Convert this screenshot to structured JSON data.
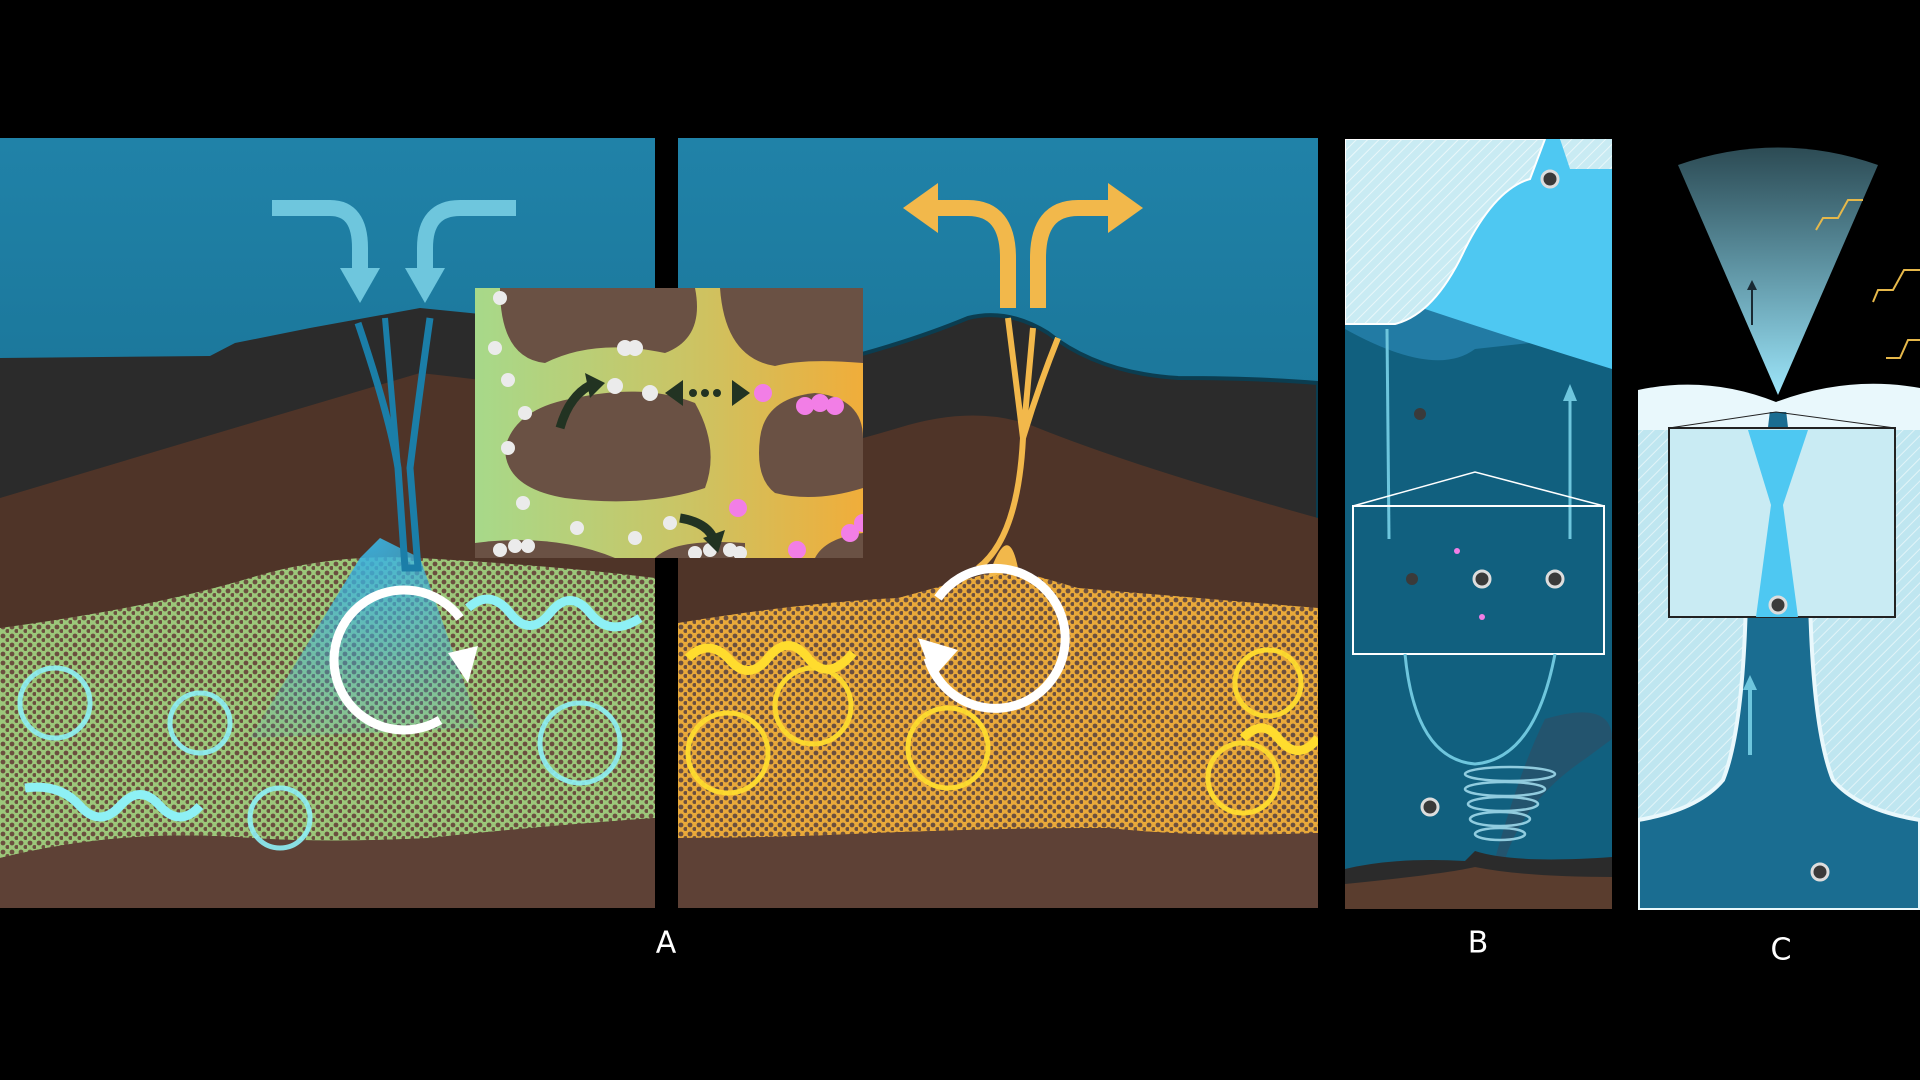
{
  "figure": {
    "background": "#000000",
    "panels": [
      {
        "id": "A",
        "label": "A",
        "subpanels": [
          "inflow (recharge)",
          "outflow (discharge)"
        ],
        "inset": "pore-scale particle interactions"
      },
      {
        "id": "B",
        "label": "B",
        "inset": "particle aggregation"
      },
      {
        "id": "C",
        "label": "C",
        "inset": "ice vent conduit"
      }
    ],
    "colors": {
      "ocean_top": "#2082a8",
      "ocean_bottom": "#11607f",
      "rock_dark": "#2b2b2b",
      "sediment_brown": "#5a3d2e",
      "aquifer_green": "#9cc77a",
      "aquifer_orange": "#e9a93a",
      "inflow_blue": "#6ec6dd",
      "outflow_yellow": "#f2b84b",
      "particle_pink": "#f27ee6",
      "ice_light": "#c9ebf3",
      "plume_cyan": "#7fd6f0"
    }
  }
}
